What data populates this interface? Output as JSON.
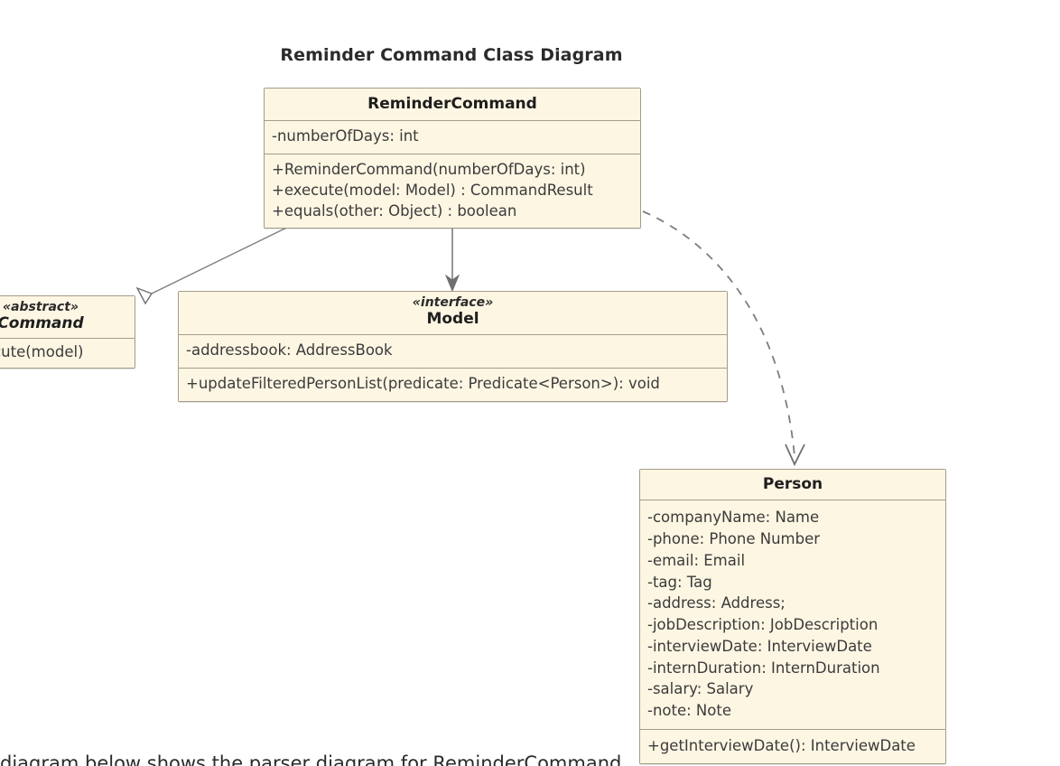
{
  "diagram": {
    "title": "Reminder Command Class Diagram",
    "bottom_caption": "diagram below shows the parser diagram for ReminderCommand",
    "colors": {
      "box_fill": "#fdf6e3",
      "box_border": "#a59c89",
      "edge_stroke": "#7d7d7d",
      "text": "#3a3a3a",
      "background": "#ffffff"
    }
  },
  "classes": {
    "reminder_command": {
      "name": "ReminderCommand",
      "stereotype": "",
      "attributes": [
        "-numberOfDays: int"
      ],
      "methods": [
        "+ReminderCommand(numberOfDays: int)",
        "+execute(model: Model) : CommandResult",
        "+equals(other: Object) : boolean"
      ]
    },
    "command": {
      "name": "Command",
      "stereotype": "«abstract»",
      "attributes": [],
      "methods": [
        "+execute(model)"
      ]
    },
    "model": {
      "name": "Model",
      "stereotype": "«interface»",
      "attributes": [
        "-addressbook: AddressBook"
      ],
      "methods": [
        "+updateFilteredPersonList(predicate: Predicate<Person>): void"
      ]
    },
    "person": {
      "name": "Person",
      "stereotype": "",
      "attributes": [
        "-companyName: Name",
        "-phone: Phone Number",
        "-email: Email",
        "-tag: Tag",
        "-address: Address;",
        "-jobDescription: JobDescription",
        "-interviewDate: InterviewDate",
        "-internDuration: InternDuration",
        "-salary: Salary",
        "-note: Note"
      ],
      "methods": [
        "+getInterviewDate(): InterviewDate"
      ]
    }
  },
  "relationships": [
    {
      "id": "generalization",
      "type": "generalization",
      "from": "ReminderCommand",
      "to": "Command",
      "line": "solid",
      "arrowhead": "hollow-triangle"
    },
    {
      "id": "association",
      "type": "association",
      "from": "ReminderCommand",
      "to": "Model",
      "line": "solid",
      "arrowhead": "solid-arrow"
    },
    {
      "id": "dependency",
      "type": "dependency",
      "from": "ReminderCommand",
      "to": "Person",
      "line": "dashed",
      "arrowhead": "open-arrow"
    }
  ]
}
